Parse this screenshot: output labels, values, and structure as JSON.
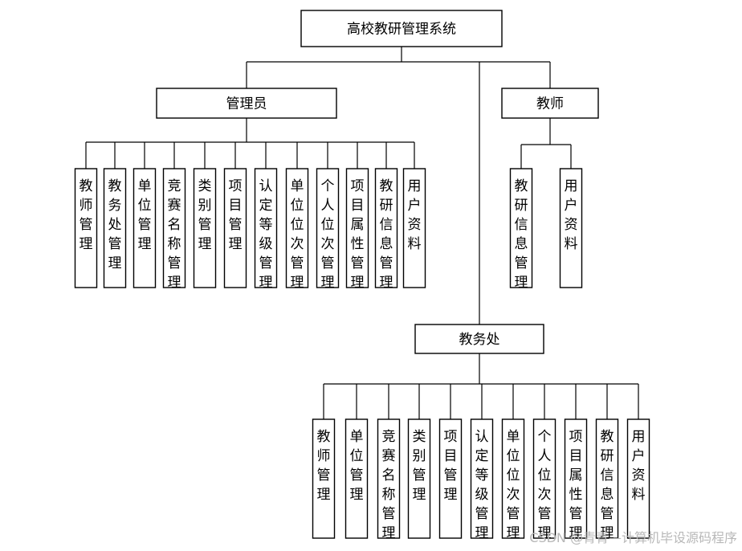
{
  "root": {
    "label": "高校教研管理系统"
  },
  "branches": [
    {
      "key": "admin",
      "label": "管理员",
      "children": [
        "教师管理",
        "教务处管理",
        "单位管理",
        "竞赛名称管理",
        "类别管理",
        "项目管理",
        "认定等级管理",
        "单位位次管理",
        "个人位次管理",
        "项目属性管理",
        "教研信息管理",
        "用户资料"
      ]
    },
    {
      "key": "teacher",
      "label": "教师",
      "children": [
        "教研信息管理",
        "用户资料"
      ]
    },
    {
      "key": "office",
      "label": "教务处",
      "children": [
        "教师管理",
        "单位管理",
        "竞赛名称管理",
        "类别管理",
        "项目管理",
        "认定等级管理",
        "单位位次管理",
        "个人位次管理",
        "项目属性管理",
        "教研信息管理",
        "用户资料"
      ]
    }
  ],
  "watermark": "CSDN @青青—计算机毕设源码程序"
}
